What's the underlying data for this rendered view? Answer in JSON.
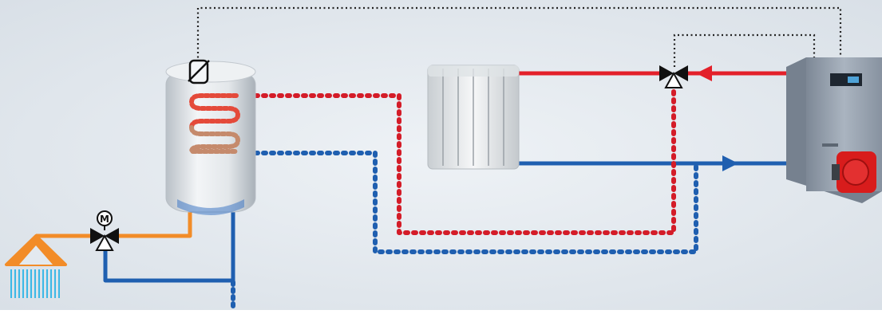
{
  "diagram": {
    "background": "#e3e9ef",
    "colors": {
      "hot_pipe": "#e3202a",
      "cold_pipe": "#1f5fb0",
      "dhw_pipe": "#f28c28",
      "control_line": "#222222",
      "tank_body": "#dde2e6",
      "boiler_body": "#8d98a6",
      "burner": "#d81c1c"
    },
    "motor_valve_label": "M",
    "components": {
      "tank": "hot-water-storage-tank",
      "radiator": "radiator",
      "boiler": "boiler",
      "mixing_valve": "three-way-mixing-valve",
      "dhw_valve": "motorized-three-way-valve",
      "shower": "shower-head"
    }
  }
}
